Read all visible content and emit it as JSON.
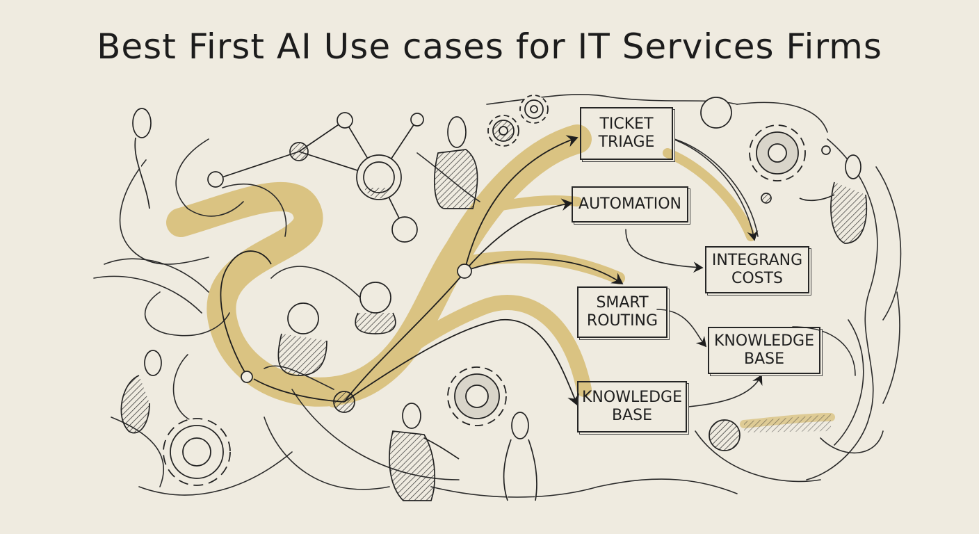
{
  "title": "Best First AI Use cases for IT Services Firms",
  "colors": {
    "background": "#efebe0",
    "ink": "#222222",
    "highlight": "#c9a236"
  },
  "use_cases": [
    {
      "line1": "Ticket",
      "line2": "Triage"
    },
    {
      "line1": "Automation",
      "line2": ""
    },
    {
      "line1": "Integrang",
      "line2": "Costs"
    },
    {
      "line1": "Smart",
      "line2": "Routing"
    },
    {
      "line1": "Knowledge",
      "line2": "Base"
    },
    {
      "line1": "Knowledge",
      "line2": "Base"
    }
  ],
  "icons": [
    "gear-icon",
    "person-icon",
    "network-node-icon"
  ]
}
